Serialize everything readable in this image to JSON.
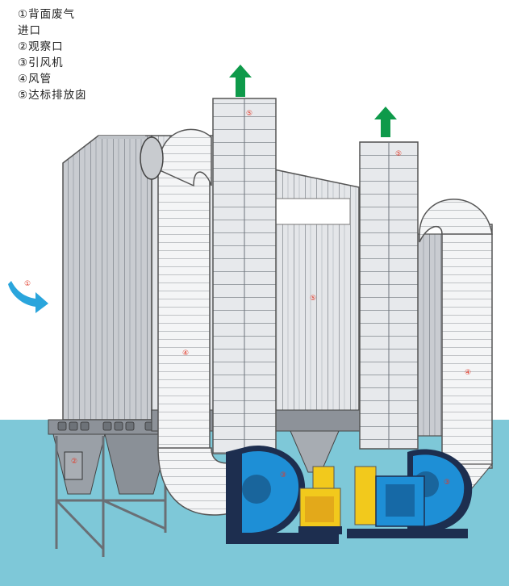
{
  "legend": [
    "①背面废气",
    "进口",
    "②观察口",
    "③引风机",
    "④风管",
    "⑤达标排放囱"
  ],
  "markers": {
    "inlet": "①",
    "observation_port": "②",
    "fan_left": "③",
    "fan_right": "③",
    "duct_left": "④",
    "duct_right": "④",
    "chimney_left_top": "⑤",
    "chimney_right_top": "⑤",
    "chimney_center": "⑤"
  },
  "colors": {
    "water": "#7ec8d8",
    "panel": "#e4e6e9",
    "panel_dark": "#9aa0a7",
    "panel_line": "#6e747b",
    "fan_blue": "#1e8fd6",
    "fan_navy": "#1d2e4f",
    "motor_yellow": "#f2c91c",
    "arrow_green": "#0e9a4a",
    "arrow_blue": "#2aa5dc",
    "marker_red": "#e23b2a"
  }
}
